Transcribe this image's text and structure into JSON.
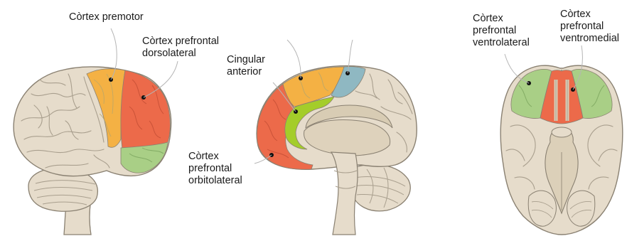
{
  "labels": {
    "premotor": [
      "Còrtex premotor"
    ],
    "dlpfc": [
      "Còrtex prefrontal",
      "dorsolateral"
    ],
    "acc": [
      "Cingular",
      "anterior"
    ],
    "ofc": [
      "Còrtex",
      "prefrontal",
      "orbitolateral"
    ],
    "vlpfc": [
      "Còrtex",
      "prefrontal",
      "ventrolateral"
    ],
    "vmpfc": [
      "Còrtex",
      "prefrontal",
      "ventromedial"
    ]
  },
  "colors": {
    "brain_base": "#e6dccb",
    "brain_outline": "#8a8172",
    "sulci": "#a99f8e",
    "premotor_orange": "#f4b144",
    "prefrontal_red": "#ec6a4a",
    "ventral_green": "#a9cf86",
    "cingulate_green": "#a4cd2a",
    "cingulate_blue": "#8fb8c2",
    "leader_line": "#b5b5b5"
  }
}
